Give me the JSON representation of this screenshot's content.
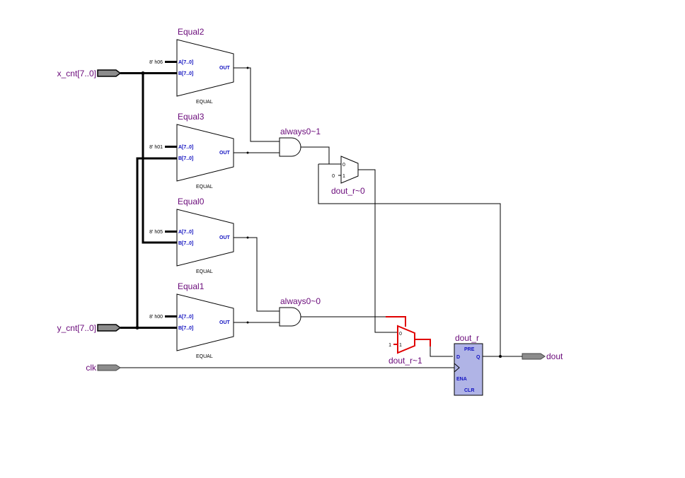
{
  "inputs": {
    "x": "x_cnt[7..0]",
    "y": "y_cnt[7..0]",
    "clk": "clk"
  },
  "outputs": {
    "dout": "dout"
  },
  "comparators": [
    {
      "name": "Equal2",
      "const": "8' h06",
      "a": "A[7..0]",
      "b": "B[7..0]",
      "out": "OUT",
      "type": "EQUAL"
    },
    {
      "name": "Equal3",
      "const": "8' h01",
      "a": "A[7..0]",
      "b": "B[7..0]",
      "out": "OUT",
      "type": "EQUAL"
    },
    {
      "name": "Equal0",
      "const": "8' h05",
      "a": "A[7..0]",
      "b": "B[7..0]",
      "out": "OUT",
      "type": "EQUAL"
    },
    {
      "name": "Equal1",
      "const": "8' h00",
      "a": "A[7..0]",
      "b": "B[7..0]",
      "out": "OUT",
      "type": "EQUAL"
    }
  ],
  "gates": {
    "and1": "always0~1",
    "and0": "always0~0"
  },
  "muxes": {
    "m0": {
      "name": "dout_r~0",
      "in0": "0",
      "in1": "1",
      "const": "0"
    },
    "m1": {
      "name": "dout_r~1",
      "in0": "0",
      "in1": "1",
      "const": "1"
    }
  },
  "ff": {
    "name": "dout_r",
    "pre": "PRE",
    "d": "D",
    "q": "Q",
    "ena": "ENA",
    "clr": "CLR"
  },
  "colors": {
    "label": "#6a0a7a",
    "pin": "#8c8c8c",
    "ff": "#b0b4e6",
    "highlight": "#e00000"
  }
}
